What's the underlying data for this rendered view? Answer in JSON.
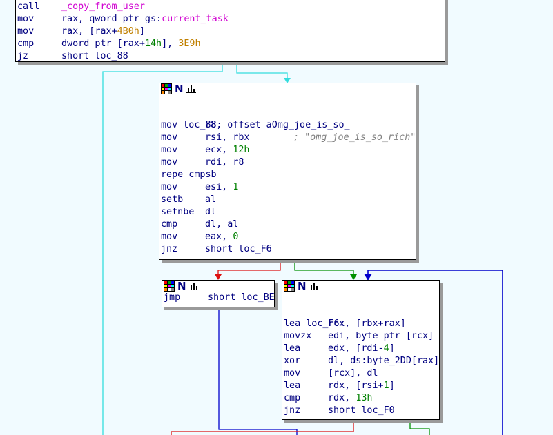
{
  "node_top": {
    "lines": [
      {
        "mn": "call",
        "ops": [
          {
            "t": "_copy_from_user",
            "c": "fn"
          }
        ]
      },
      {
        "mn": "mov",
        "ops": [
          {
            "t": "rax, qword ptr gs:",
            "c": "ops"
          },
          {
            "t": "current_task",
            "c": "fn"
          }
        ]
      },
      {
        "mn": "mov",
        "ops": [
          {
            "t": "rax, [rax+",
            "c": "ops"
          },
          {
            "t": "4B0h",
            "c": "hex"
          },
          {
            "t": "]",
            "c": "ops"
          }
        ]
      },
      {
        "mn": "cmp",
        "ops": [
          {
            "t": "dword ptr [rax+",
            "c": "ops"
          },
          {
            "t": "14h",
            "c": "num"
          },
          {
            "t": "], ",
            "c": "ops"
          },
          {
            "t": "3E9h",
            "c": "hex"
          }
        ]
      },
      {
        "mn": "jz",
        "ops": [
          {
            "t": "short loc_88",
            "c": "ops"
          }
        ]
      }
    ]
  },
  "node_loc88": {
    "label": "loc_88:",
    "comment": "; \"omg_joe_is_so_rich\"",
    "lines": [
      {
        "mn": "mov",
        "ops": [
          {
            "t": "r8, offset aOmg_joe_is_so_",
            "c": "ops"
          }
        ]
      },
      {
        "mn": "mov",
        "ops": [
          {
            "t": "rsi, rbx",
            "c": "ops"
          }
        ]
      },
      {
        "mn": "mov",
        "ops": [
          {
            "t": "ecx, ",
            "c": "ops"
          },
          {
            "t": "12h",
            "c": "num"
          }
        ]
      },
      {
        "mn": "mov",
        "ops": [
          {
            "t": "rdi, r8",
            "c": "ops"
          }
        ]
      },
      {
        "mn": "repe cmpsb",
        "ops": []
      },
      {
        "mn": "mov",
        "ops": [
          {
            "t": "esi, ",
            "c": "ops"
          },
          {
            "t": "1",
            "c": "num"
          }
        ]
      },
      {
        "mn": "setb",
        "ops": [
          {
            "t": "al",
            "c": "ops"
          }
        ]
      },
      {
        "mn": "setnbe",
        "ops": [
          {
            "t": "dl",
            "c": "ops"
          }
        ]
      },
      {
        "mn": "cmp",
        "ops": [
          {
            "t": "dl, al",
            "c": "ops"
          }
        ]
      },
      {
        "mn": "mov",
        "ops": [
          {
            "t": "eax, ",
            "c": "ops"
          },
          {
            "t": "0",
            "c": "num"
          }
        ]
      },
      {
        "mn": "jnz",
        "ops": [
          {
            "t": "short loc_F6",
            "c": "ops"
          }
        ]
      }
    ]
  },
  "node_jmp": {
    "lines": [
      {
        "mn": "jmp",
        "ops": [
          {
            "t": "short loc_BE",
            "c": "ops"
          }
        ]
      }
    ]
  },
  "node_locF6": {
    "label": "loc_F6:",
    "lines": [
      {
        "mn": "lea",
        "ops": [
          {
            "t": "rcx, [rbx+rax]",
            "c": "ops"
          }
        ]
      },
      {
        "mn": "movzx",
        "ops": [
          {
            "t": "edi, byte ptr [rcx]",
            "c": "ops"
          }
        ]
      },
      {
        "mn": "lea",
        "ops": [
          {
            "t": "edx, [rdi-",
            "c": "ops"
          },
          {
            "t": "4",
            "c": "num"
          },
          {
            "t": "]",
            "c": "ops"
          }
        ]
      },
      {
        "mn": "xor",
        "ops": [
          {
            "t": "dl, ds:byte_2DD[rax]",
            "c": "ops"
          }
        ]
      },
      {
        "mn": "mov",
        "ops": [
          {
            "t": "[rcx], dl",
            "c": "ops"
          }
        ]
      },
      {
        "mn": "lea",
        "ops": [
          {
            "t": "rdx, [rsi+",
            "c": "ops"
          },
          {
            "t": "1",
            "c": "num"
          },
          {
            "t": "]",
            "c": "ops"
          }
        ]
      },
      {
        "mn": "cmp",
        "ops": [
          {
            "t": "rdx, ",
            "c": "ops"
          },
          {
            "t": "13h",
            "c": "num"
          }
        ]
      },
      {
        "mn": "jnz",
        "ops": [
          {
            "t": "short loc_F0",
            "c": "ops"
          }
        ]
      }
    ]
  },
  "colors": {
    "background": "#f1fbff",
    "edge_unconditional": "#33dddd",
    "edge_true": "#009000",
    "edge_false": "#dd1111",
    "edge_loop": "#0000cc"
  },
  "icons": [
    "graph-node-palette-icon",
    "graph-node-n-icon",
    "graph-node-chart-icon"
  ]
}
